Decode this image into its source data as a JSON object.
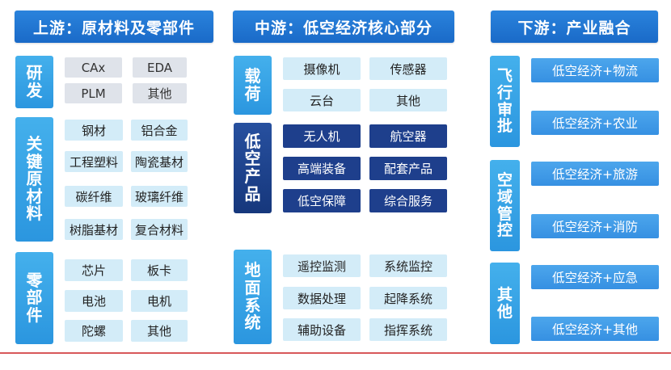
{
  "upstream": {
    "header": "上游：原材料及零部件",
    "groups": [
      {
        "label": "研发",
        "items": [
          "CAx",
          "EDA",
          "PLM",
          "其他"
        ]
      },
      {
        "label": "关键原材料",
        "items": [
          "钢材",
          "铝合金",
          "工程塑料",
          "陶瓷基材",
          "碳纤维",
          "玻璃纤维",
          "树脂基材",
          "复合材料"
        ]
      },
      {
        "label": "零部件",
        "items": [
          "芯片",
          "板卡",
          "电池",
          "电机",
          "陀螺",
          "其他"
        ]
      }
    ]
  },
  "midstream": {
    "header": "中游：低空经济核心部分",
    "groups": [
      {
        "label": "载荷",
        "items": [
          "摄像机",
          "传感器",
          "云台",
          "其他"
        ]
      },
      {
        "label": "低空产品",
        "items": [
          "无人机",
          "航空器",
          "高端装备",
          "配套产品",
          "低空保障",
          "综合服务"
        ]
      },
      {
        "label": "地面系统",
        "items": [
          "遥控监测",
          "系统监控",
          "数据处理",
          "起降系统",
          "辅助设备",
          "指挥系统"
        ]
      }
    ]
  },
  "downstream": {
    "header": "下游：产业融合",
    "groups": [
      {
        "label": "飞行审批",
        "items": [
          "低空经济+物流",
          "低空经济+农业"
        ]
      },
      {
        "label": "空域管控",
        "items": [
          "低空经济+旅游",
          "低空经济+消防"
        ]
      },
      {
        "label": "其他",
        "items": [
          "低空经济+应急",
          "低空经济+其他"
        ]
      }
    ]
  },
  "colors": {
    "header_blue": "#1a6ac8",
    "category_light": "#2b96df",
    "category_dark": "#16377c",
    "item_gray": "#dfe3ea",
    "item_pale": "#d3ecf8",
    "item_navy": "#1e3f8c",
    "divider_red": "#d8585a"
  }
}
